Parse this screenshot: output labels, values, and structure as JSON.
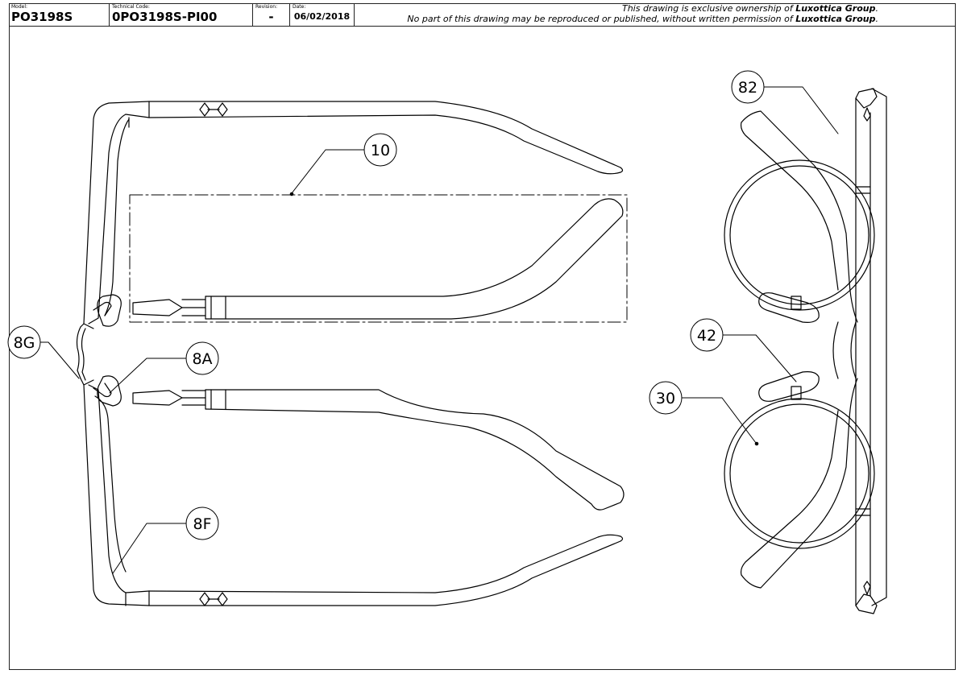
{
  "title_block": {
    "model_label": "Model:",
    "model_value": "PO3198S",
    "tech_label": "Technical Code:",
    "tech_value": "0PO3198S-PI00",
    "rev_label": "Revision:",
    "rev_value": "-",
    "date_label": "Date:",
    "date_value": "06/02/2018",
    "note1_pre": "This drawing is exclusive ownership of ",
    "note1_company": "Luxottica Group",
    "note1_post": ".",
    "note2_pre": "No part of this drawing may be reproduced or published, without written permission of ",
    "note2_company": "Luxottica Group",
    "note2_post": "."
  },
  "callouts": {
    "c10": "10",
    "c82": "82",
    "c8g": "8G",
    "c8a": "8A",
    "c42": "42",
    "c30": "30",
    "c8f": "8F"
  },
  "colors": {
    "line": "#000000",
    "border": "#222222",
    "background": "#ffffff"
  }
}
